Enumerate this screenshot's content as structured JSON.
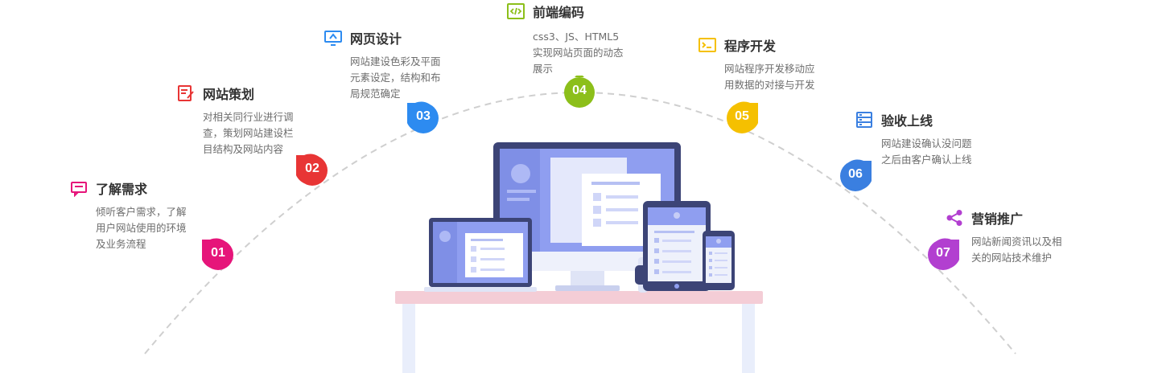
{
  "steps": [
    {
      "num": "01",
      "title": "了解需求",
      "desc": "倾听客户需求，了解\n用户网站使用的环境\n及业务流程",
      "color": "#e6157a",
      "icon": "chat-bubble-icon",
      "icon_color": "#e6157a"
    },
    {
      "num": "02",
      "title": "网站策划",
      "desc": "对相关同行业进行调\n查，策划网站建设栏\n目结构及网站内容",
      "color": "#e83535",
      "icon": "edit-document-icon",
      "icon_color": "#e83535"
    },
    {
      "num": "03",
      "title": "网页设计",
      "desc": "网站建设色彩及平面\n元素设定，结构和布\n局规范确定",
      "color": "#2d8bf0",
      "icon": "monitor-design-icon",
      "icon_color": "#2d8bf0"
    },
    {
      "num": "04",
      "title": "前端编码",
      "desc": "css3、JS、HTML5\n实现网站页面的动态\n展示",
      "color": "#8cbf1a",
      "icon": "code-icon",
      "icon_color": "#8cbf1a"
    },
    {
      "num": "05",
      "title": "程序开发",
      "desc": "网站程序开发移动应\n用数据的对接与开发",
      "color": "#f5c000",
      "icon": "terminal-icon",
      "icon_color": "#f5c000"
    },
    {
      "num": "06",
      "title": "验收上线",
      "desc": "网站建设确认没问题\n之后由客户确认上线",
      "color": "#3a7fe0",
      "icon": "server-list-icon",
      "icon_color": "#3a7fe0"
    },
    {
      "num": "07",
      "title": "营销推广",
      "desc": "网站新闻资讯以及相\n关的网站技术维护",
      "color": "#b23fd0",
      "icon": "share-icon",
      "icon_color": "#b23fd0"
    }
  ]
}
